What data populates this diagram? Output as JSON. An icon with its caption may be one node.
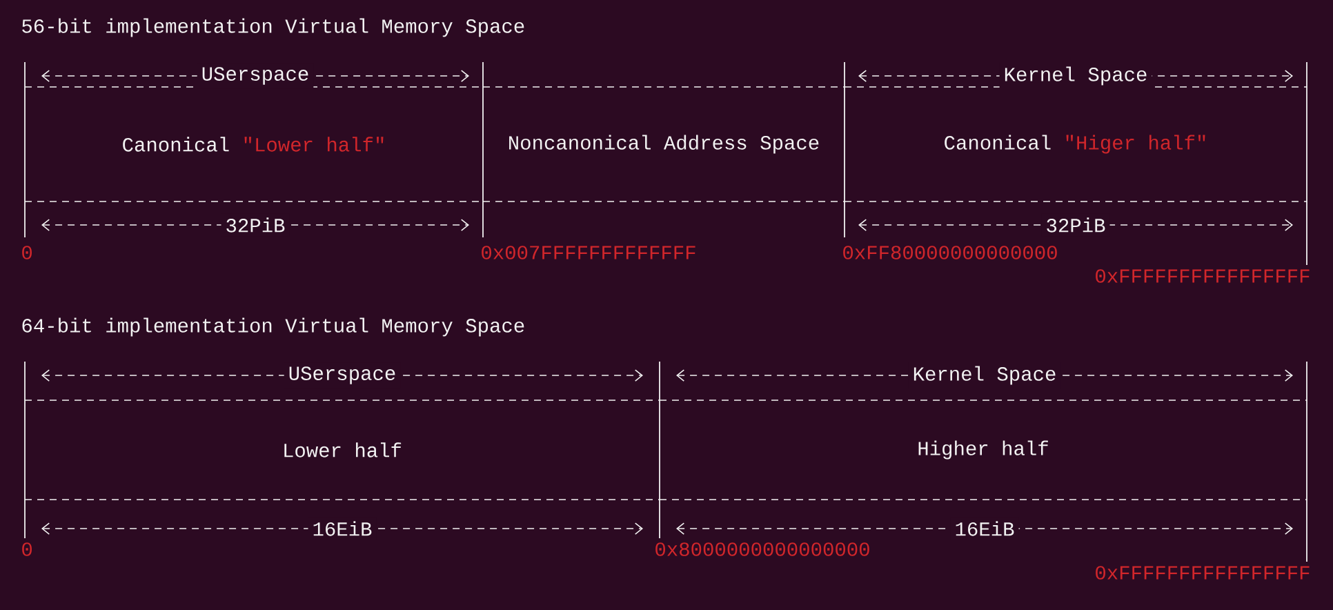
{
  "diagram": {
    "nodes": [
      {
        "text": [
          "Canonical",
          "\"Lower half\""
        ]
      },
      {
        "text": [
          "Noncanonical Address Space"
        ]
      },
      {
        "text": [
          "Canonical",
          "\"Higer half\""
        ]
      },
      {
        "text": [
          "Lower half"
        ]
      },
      {
        "text": [
          "Higher half"
        ]
      }
    ],
    "labels": [
      "56-bit implementation Virtual Memory Space",
      "USerspace",
      "Kernel Space",
      "32PiB",
      "32PiB",
      "0",
      "0x007FFFFFFFFFFFFF",
      "0xFF80000000000000",
      "0xFFFFFFFFFFFFFFFF",
      "64-bit implementation Virtual Memory Space",
      "USerspace",
      "Kernel Space",
      "16EiB",
      "16EiB",
      "0",
      "0x8000000000000000",
      "0xFFFFFFFFFFFFFFFF"
    ]
  }
}
